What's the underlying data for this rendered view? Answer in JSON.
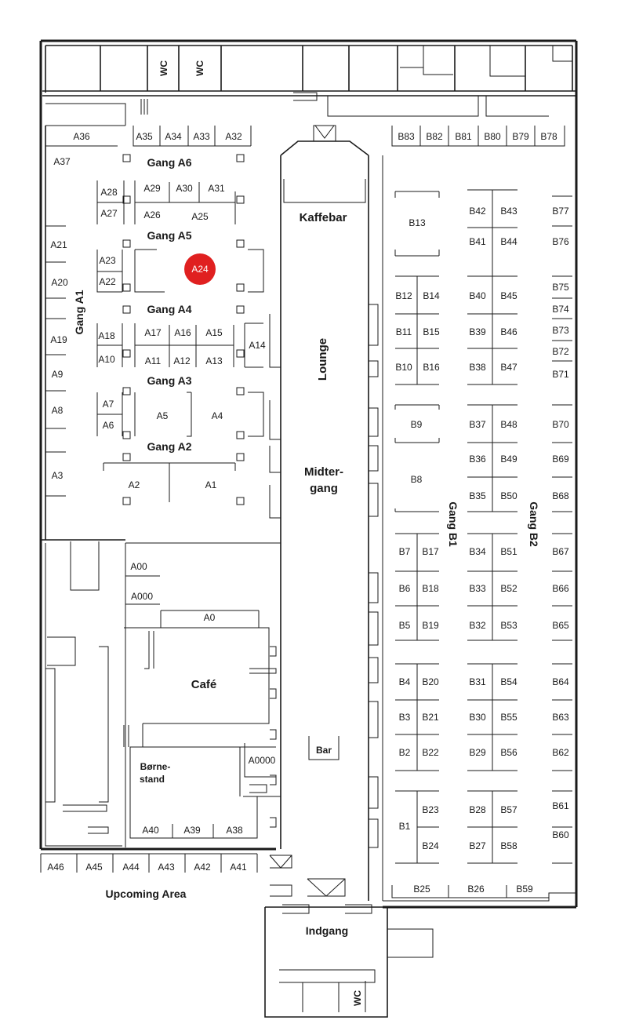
{
  "highlight": {
    "label": "A24",
    "color": "#e02020"
  },
  "areas": {
    "kaffebar": "Kaffebar",
    "lounge": "Lounge",
    "midtergang_1": "Midter-",
    "midtergang_2": "gang",
    "cafe": "Café",
    "bar": "Bar",
    "borne_1": "Børne-",
    "borne_2": "stand",
    "indgang": "Indgang",
    "upcoming": "Upcoming Area",
    "wc": "WC"
  },
  "aisles": {
    "a1": "Gang A1",
    "a2": "Gang A2",
    "a3": "Gang A3",
    "a4": "Gang A4",
    "a5": "Gang A5",
    "a6": "Gang A6",
    "b1": "Gang B1",
    "b2": "Gang B2"
  },
  "booths": {
    "A0": "A0",
    "A00": "A00",
    "A000": "A000",
    "A0000": "A0000",
    "A1": "A1",
    "A2": "A2",
    "A3": "A3",
    "A4": "A4",
    "A5": "A5",
    "A6": "A6",
    "A7": "A7",
    "A8": "A8",
    "A9": "A9",
    "A10": "A10",
    "A11": "A11",
    "A12": "A12",
    "A13": "A13",
    "A14": "A14",
    "A15": "A15",
    "A16": "A16",
    "A17": "A17",
    "A18": "A18",
    "A19": "A19",
    "A20": "A20",
    "A21": "A21",
    "A22": "A22",
    "A23": "A23",
    "A24": "A24",
    "A25": "A25",
    "A26": "A26",
    "A27": "A27",
    "A28": "A28",
    "A29": "A29",
    "A30": "A30",
    "A31": "A31",
    "A32": "A32",
    "A33": "A33",
    "A34": "A34",
    "A35": "A35",
    "A36": "A36",
    "A37": "A37",
    "A38": "A38",
    "A39": "A39",
    "A40": "A40",
    "A41": "A41",
    "A42": "A42",
    "A43": "A43",
    "A44": "A44",
    "A45": "A45",
    "A46": "A46",
    "B1": "B1",
    "B2": "B2",
    "B3": "B3",
    "B4": "B4",
    "B5": "B5",
    "B6": "B6",
    "B7": "B7",
    "B8": "B8",
    "B9": "B9",
    "B10": "B10",
    "B11": "B11",
    "B12": "B12",
    "B13": "B13",
    "B14": "B14",
    "B15": "B15",
    "B16": "B16",
    "B17": "B17",
    "B18": "B18",
    "B19": "B19",
    "B20": "B20",
    "B21": "B21",
    "B22": "B22",
    "B23": "B23",
    "B24": "B24",
    "B25": "B25",
    "B26": "B26",
    "B27": "B27",
    "B28": "B28",
    "B29": "B29",
    "B30": "B30",
    "B31": "B31",
    "B32": "B32",
    "B33": "B33",
    "B34": "B34",
    "B35": "B35",
    "B36": "B36",
    "B37": "B37",
    "B38": "B38",
    "B39": "B39",
    "B40": "B40",
    "B41": "B41",
    "B42": "B42",
    "B43": "B43",
    "B44": "B44",
    "B45": "B45",
    "B46": "B46",
    "B47": "B47",
    "B48": "B48",
    "B49": "B49",
    "B50": "B50",
    "B51": "B51",
    "B52": "B52",
    "B53": "B53",
    "B54": "B54",
    "B55": "B55",
    "B56": "B56",
    "B57": "B57",
    "B58": "B58",
    "B59": "B59",
    "B60": "B60",
    "B61": "B61",
    "B62": "B62",
    "B63": "B63",
    "B64": "B64",
    "B65": "B65",
    "B66": "B66",
    "B67": "B67",
    "B68": "B68",
    "B69": "B69",
    "B70": "B70",
    "B71": "B71",
    "B72": "B72",
    "B73": "B73",
    "B74": "B74",
    "B75": "B75",
    "B76": "B76",
    "B77": "B77",
    "B78": "B78",
    "B79": "B79",
    "B80": "B80",
    "B81": "B81",
    "B82": "B82",
    "B83": "B83"
  }
}
